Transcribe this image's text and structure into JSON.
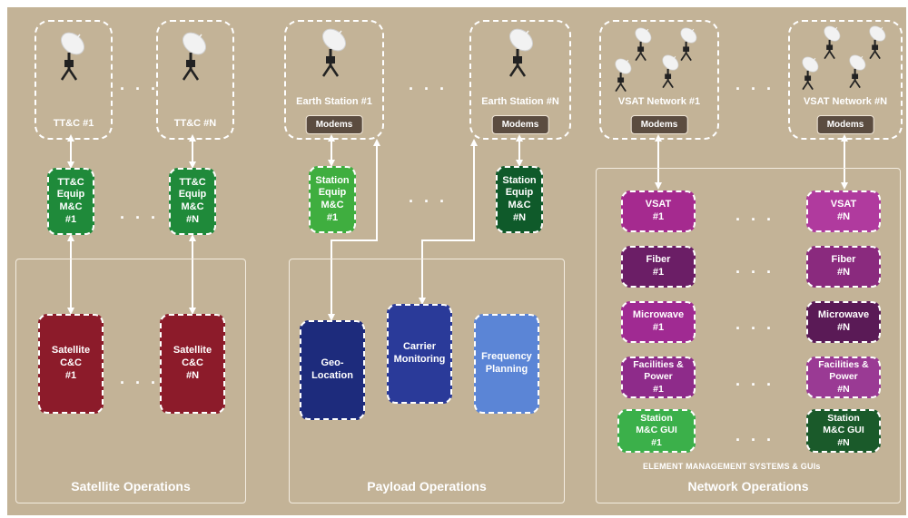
{
  "ellipsis": "· · ·",
  "groups": {
    "satellite": "Satellite Operations",
    "payload": "Payload Operations",
    "network": "Network Operations",
    "ems_label": "ELEMENT MANAGEMENT SYSTEMS & GUIs"
  },
  "sites": {
    "ttc_1": "TT&C #1",
    "ttc_n": "TT&C #N",
    "earth_1": "Earth Station #1",
    "earth_n": "Earth Station #N",
    "vsat_net_1": "VSAT Network #1",
    "vsat_net_n": "VSAT Network #N",
    "modems": "Modems"
  },
  "equipment": {
    "ttc_equip_1": "TT&C\nEquip\nM&C\n#1",
    "ttc_equip_n": "TT&C\nEquip\nM&C\n#N",
    "station_equip_1": "Station\nEquip\nM&C\n#1",
    "station_equip_n": "Station\nEquip\nM&C\n#N"
  },
  "satellite_ops": {
    "cc_1": "Satellite\nC&C\n#1",
    "cc_n": "Satellite\nC&C\n#N"
  },
  "payload_ops": {
    "geo": "Geo-\nLocation",
    "carrier": "Carrier\nMonitoring",
    "freq": "Frequency\nPlanning"
  },
  "network_ops": {
    "vsat_1": "VSAT\n#1",
    "vsat_n": "VSAT\n#N",
    "fiber_1": "Fiber\n#1",
    "fiber_n": "Fiber\n#N",
    "micro_1": "Microwave\n#1",
    "micro_n": "Microwave\n#N",
    "fac_1": "Facilities &\nPower\n#1",
    "fac_n": "Facilities &\nPower\n#N",
    "gui_1": "Station\nM&C GUI\n#1",
    "gui_n": "Station\nM&C GUI\n#N"
  },
  "colors": {
    "background": "#c3b397",
    "ttc_equip_green": "#1f8a3a",
    "station_equip_light": "#3fae3f",
    "station_equip_dark": "#0f5a2a",
    "satellite_red": "#8c1b2a",
    "geo_navy": "#1d2b7c",
    "carrier_blue": "#2a3a99",
    "freq_blue": "#5b85d6",
    "vsat_magenta": "#a52a8f",
    "fiber_purple": "#6b1e66",
    "micro_magenta": "#a02a92",
    "micro_dark": "#5a1a56",
    "fac_purple": "#8e2b8a",
    "gui_green": "#3bb04a",
    "gui_dark_green": "#1a5a2a",
    "modem_brown": "#5b4c40"
  },
  "icons": {
    "dish": "satellite-dish-icon"
  }
}
